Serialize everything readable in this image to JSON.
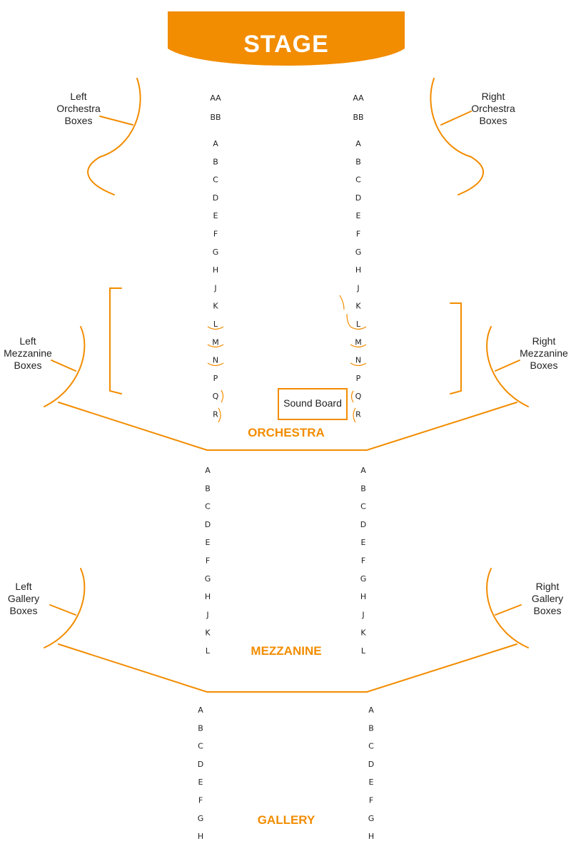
{
  "accent_color": "#f28c00",
  "stage": {
    "label": "STAGE"
  },
  "sections": {
    "orchestra": {
      "label": "ORCHESTRA",
      "rows": [
        "AA",
        "BB",
        "A",
        "B",
        "C",
        "D",
        "E",
        "F",
        "G",
        "H",
        "J",
        "K",
        "L",
        "M",
        "N",
        "P",
        "Q",
        "R"
      ]
    },
    "mezzanine": {
      "label": "MEZZANINE",
      "rows": [
        "A",
        "B",
        "C",
        "D",
        "E",
        "F",
        "G",
        "H",
        "J",
        "K",
        "L"
      ]
    },
    "gallery": {
      "label": "GALLERY",
      "rows": [
        "A",
        "B",
        "C",
        "D",
        "E",
        "F",
        "G",
        "H"
      ]
    }
  },
  "sound_board": {
    "label": "Sound Board"
  },
  "boxes": {
    "left_orchestra": [
      "Left",
      "Orchestra",
      "Boxes"
    ],
    "right_orchestra": [
      "Right",
      "Orchestra",
      "Boxes"
    ],
    "left_mezzanine": [
      "Left",
      "Mezzanine",
      "Boxes"
    ],
    "right_mezzanine": [
      "Right",
      "Mezzanine",
      "Boxes"
    ],
    "left_gallery": [
      "Left",
      "Gallery",
      "Boxes"
    ],
    "right_gallery": [
      "Right",
      "Gallery",
      "Boxes"
    ]
  }
}
